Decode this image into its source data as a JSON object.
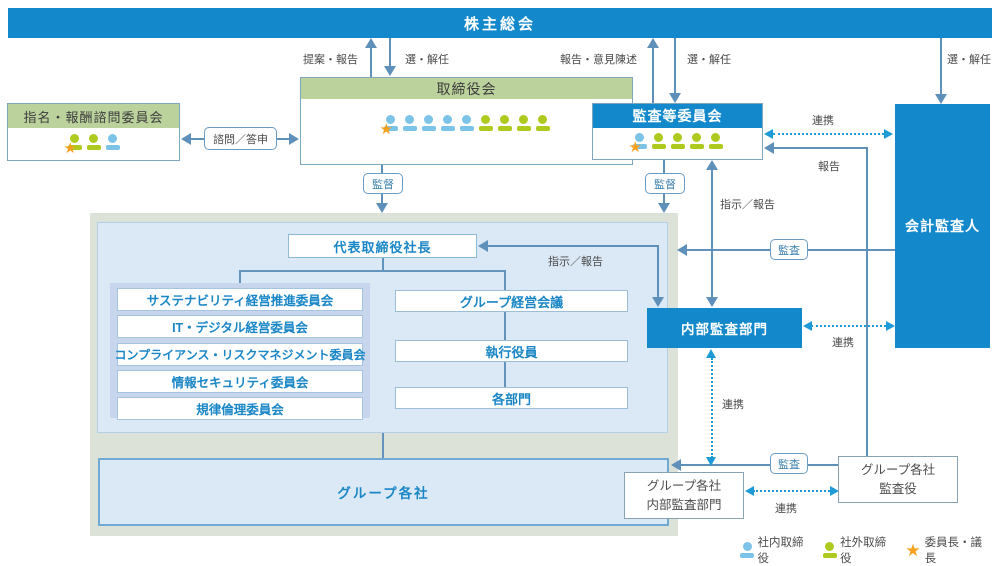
{
  "shareholders_bar": {
    "label": "株主総会"
  },
  "boxes": {
    "nomination": {
      "title": "指名・報酬諮問委員会"
    },
    "board": {
      "title": "取締役会"
    },
    "audit_committee": {
      "title": "監査等委員会"
    },
    "accounting_auditor": {
      "title": "会計監査人"
    },
    "president": {
      "title": "代表取締役社長"
    },
    "committees": [
      "サステナビリティ経営推進委員会",
      "IT・デジタル経営委員会",
      "コンプライアンス・リスクマネジメント委員会",
      "情報セキュリティ委員会",
      "規律倫理委員会"
    ],
    "exec_column": [
      "グループ経営会議",
      "執行役員",
      "各部門"
    ],
    "internal_audit": {
      "title": "内部監査部門"
    },
    "group_companies": {
      "title": "グループ各社"
    },
    "group_internal_audit": {
      "line1": "グループ各社",
      "line2": "内部監査部門"
    },
    "group_auditors": {
      "line1": "グループ各社",
      "line2": "監査役"
    }
  },
  "arrow_labels": {
    "proposal_report": "提案・報告",
    "appoint_dismiss": "選・解任",
    "report_opinion": "報告・意見陳述",
    "consult_reply": "諮問／答申",
    "supervise": "監督",
    "instruct_report": "指示／報告",
    "cooperate": "連携",
    "report": "報告",
    "audit": "監査"
  },
  "members": {
    "nomination": {
      "order": "green,green,blue",
      "chair_star_on": "first"
    },
    "board": {
      "internal_blue": 5,
      "external_green": 4,
      "chair_star_on": "first"
    },
    "audit_committee": {
      "internal_blue": 1,
      "external_green": 4,
      "chair_star_on": "first"
    }
  },
  "legend": {
    "internal_director": "社内取締役",
    "external_director": "社外取締役",
    "chairperson": "委員長・議長"
  },
  "icons": {
    "internal-director-icon": "blue person silhouette",
    "external-director-icon": "green person silhouette",
    "chair-star-icon": "★"
  },
  "colors": {
    "primary_blue": "#1389cb",
    "header_green": "#bcd29c",
    "member_blue": "#7cc3e8",
    "member_green": "#aeca1e",
    "star_orange": "#f5a11d",
    "line_blue": "#5e90ba",
    "dotted_blue": "#1e9ad6",
    "panel_blue": "#dbe9f6",
    "container_sage": "#dce2d8",
    "subpanel_blue": "#c7d6ec",
    "text_blue": "#1a86c6"
  }
}
